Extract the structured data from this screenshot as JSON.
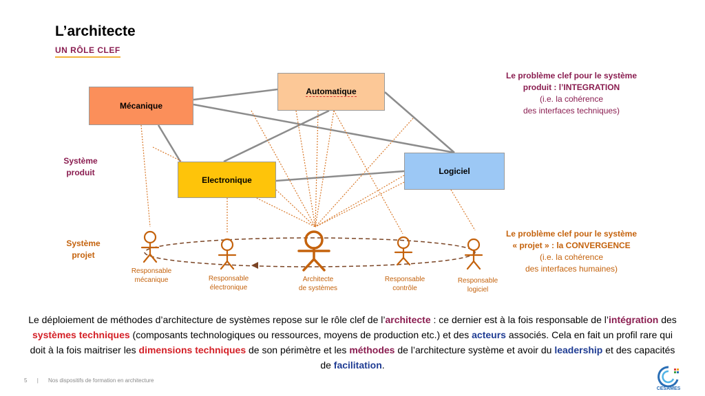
{
  "header": {
    "title": "L’architecte",
    "subtitle": "UN RÔLE CLEF"
  },
  "diagram": {
    "boxes": {
      "mecanique": "Mécanique",
      "automatique": "Automatique",
      "electronique": "Electronique",
      "logiciel": "Logiciel"
    },
    "side_labels": {
      "systeme_produit": [
        "Système",
        "produit"
      ],
      "systeme_projet": [
        "Système",
        "projet"
      ]
    },
    "notes": {
      "integration": {
        "line1": "Le problème clef pour le système",
        "line2": "produit : l’INTEGRATION",
        "line3": "(i.e. la cohérence",
        "line4": "des interfaces techniques)"
      },
      "convergence": {
        "line1": "Le problème clef pour le système",
        "line2": "« projet » : la CONVERGENCE",
        "line3": "(i.e. la cohérence",
        "line4": "des interfaces humaines)"
      }
    },
    "roles": {
      "mecanique": [
        "Responsable",
        "mécanique"
      ],
      "electronique": [
        "Responsable",
        "électronique"
      ],
      "architecte": [
        "Architecte",
        "de systèmes"
      ],
      "controle": [
        "Responsable",
        "contrôle"
      ],
      "logiciel": [
        "Responsable",
        "logiciel"
      ]
    },
    "colors": {
      "mecanique": "#fb8f5a",
      "automatique": "#fcc897",
      "electronique": "#fec40a",
      "logiciel": "#9cc8f5",
      "actor": "#c4620c",
      "accent_purple": "#8a1d50"
    }
  },
  "paragraph": {
    "p1": "Le déploiement de méthodes d’architecture de systèmes repose sur le rôle clef de l’",
    "architecte": "architecte",
    "p2": " : ce dernier est à la fois responsable de l’",
    "integration": "intégration",
    "p3": " des ",
    "systemes_techniques": "systèmes techniques",
    "p4": " (composants technologiques ou ressources, moyens de production etc.) et des ",
    "acteurs": "acteurs",
    "p5": " associés. Cela en fait un profil rare qui doit à la fois maitriser les ",
    "dimensions_techniques": "dimensions techniques",
    "p6": " de son périmètre et les ",
    "methodes": "méthodes",
    "p7": " de l’architecture système et avoir du ",
    "leadership": "leadership",
    "p8": " et des capacités de ",
    "facilitation": "facilitation",
    "p9": "."
  },
  "footer": {
    "page_number": "5",
    "separator": "|",
    "text": "Nos dispositifs de formation en architecture",
    "logo_text": "CESAMES"
  }
}
